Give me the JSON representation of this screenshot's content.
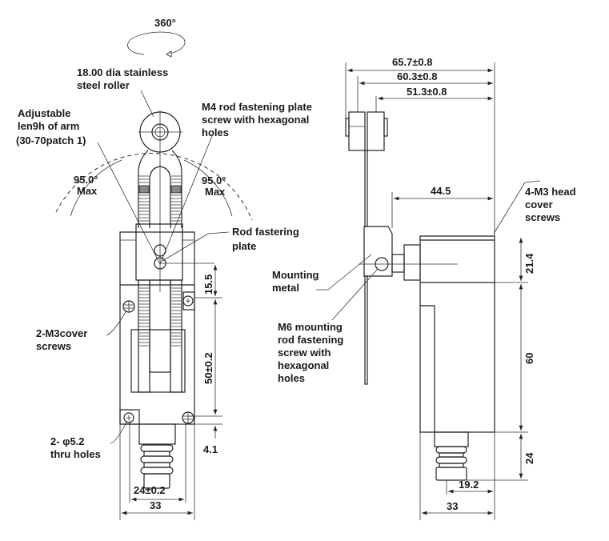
{
  "left_view": {
    "rotation": "360°",
    "roller_label": [
      "18.00 dia stainless",
      "steel roller"
    ],
    "arm_label": [
      "Adjustable",
      "len9h of arm",
      "(30-70patch 1)"
    ],
    "m4_label": [
      "M4 rod fastening plate",
      "screw with hexagonal",
      "holes"
    ],
    "angle_left": [
      "95.0°",
      "Max"
    ],
    "angle_right": [
      "95.0°",
      "Max"
    ],
    "rod_plate_label": [
      "Rod fastering",
      "plate"
    ],
    "cover_screws_label": [
      "2-M3cover",
      "screws"
    ],
    "thru_holes_label": [
      "2- φ5.2",
      "thru holes"
    ],
    "dims": {
      "d15_5": "15.5",
      "d50": "50±0.2",
      "d4_1": "4.1",
      "d24": "24±0.2",
      "d33": "33"
    }
  },
  "right_view": {
    "dims": {
      "d65_7": "65.7±0.8",
      "d60_3": "60.3±0.8",
      "d51_3": "51.3±0.8",
      "d44_5": "44.5",
      "d21_4": "21.4",
      "d60": "60",
      "d24": "24",
      "d19_2": "19.2",
      "d33": "33"
    },
    "head_screws_label": [
      "4-M3 head",
      "cover",
      "screws"
    ],
    "mounting_metal_label": [
      "Mounting",
      "metal"
    ],
    "m6_label": [
      "M6 mounting",
      "rod fastening",
      "screw with",
      "hexagonal",
      "holes"
    ]
  }
}
